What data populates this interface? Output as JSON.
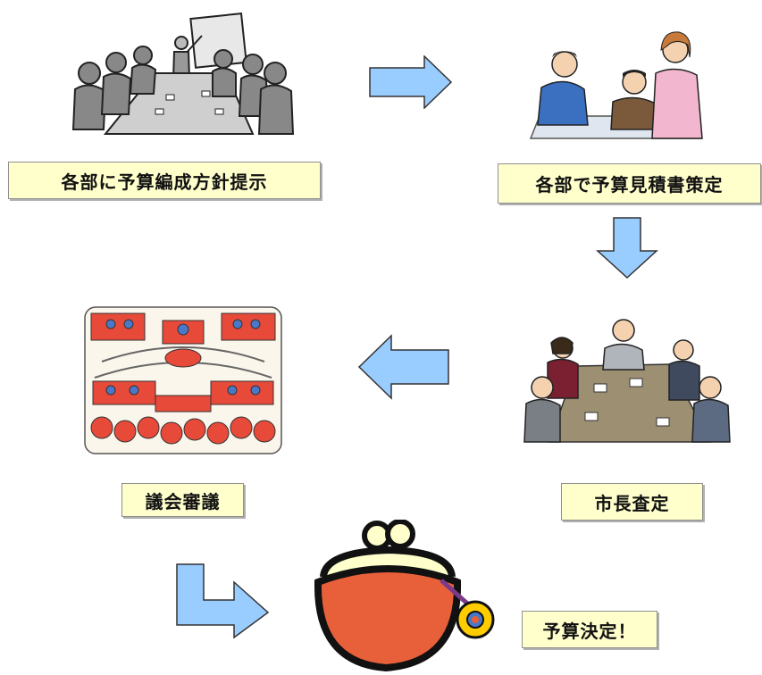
{
  "steps": {
    "step1": {
      "label": "各部に予算編成方針提示",
      "image": "presentation-meeting-illustration"
    },
    "step2": {
      "label": "各部で予算見積書策定",
      "image": "office-discussion-illustration"
    },
    "step3": {
      "label": "市長査定",
      "image": "conference-table-meeting-illustration"
    },
    "step4": {
      "label": "議会審議",
      "image": "council-assembly-illustration"
    },
    "final": {
      "label": "予算決定！",
      "image": "coin-purse-illustration"
    }
  },
  "colors": {
    "label_fill": "#ffffcc",
    "arrow_fill": "#99ccff",
    "purse_red": "#e8603a"
  }
}
